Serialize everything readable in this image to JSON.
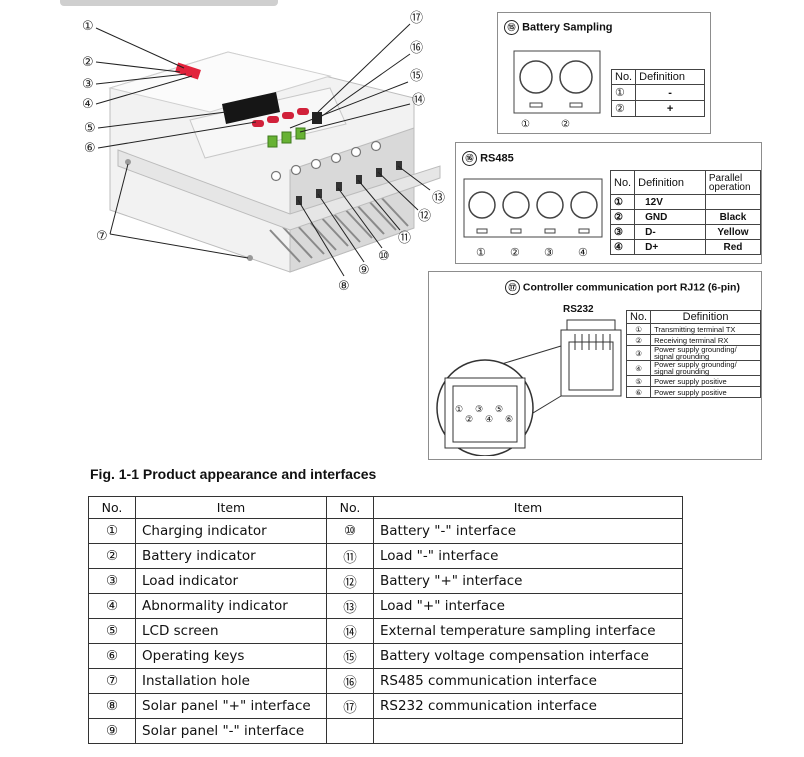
{
  "diagram": {
    "callouts": [
      "①",
      "②",
      "③",
      "④",
      "⑤",
      "⑥",
      "⑦",
      "⑧",
      "⑨",
      "⑩",
      "⑪",
      "⑫",
      "⑬",
      "⑭",
      "⑮",
      "⑯",
      "⑰"
    ]
  },
  "battery_sampling": {
    "marker": "⑮",
    "title": "Battery Sampling",
    "pin_labels": [
      "①",
      "②"
    ],
    "table": {
      "headers": [
        "No.",
        "Definition"
      ],
      "rows": [
        {
          "no": "①",
          "definition": "-"
        },
        {
          "no": "②",
          "definition": "+"
        }
      ]
    }
  },
  "rs485": {
    "marker": "⑯",
    "title": "RS485",
    "pin_labels": [
      "①",
      "②",
      "③",
      "④"
    ],
    "table": {
      "headers": [
        "No.",
        "Definition",
        "Parallel operation"
      ],
      "rows": [
        {
          "no": "①",
          "definition": "12V",
          "parallel": ""
        },
        {
          "no": "②",
          "definition": "GND",
          "parallel": "Black"
        },
        {
          "no": "③",
          "definition": "D-",
          "parallel": "Yellow"
        },
        {
          "no": "④",
          "definition": "D+",
          "parallel": "Red"
        }
      ]
    }
  },
  "rj12": {
    "marker": "⑰",
    "title": "Controller communication port RJ12 (6-pin)",
    "connector_label": "RS232",
    "pin_numbers": [
      "①",
      "②",
      "③",
      "④",
      "⑤",
      "⑥"
    ],
    "table": {
      "headers": [
        "No.",
        "Definition"
      ],
      "rows": [
        {
          "no": "①",
          "definition": "Transmitting terminal TX"
        },
        {
          "no": "②",
          "definition": "Receiving terminal RX"
        },
        {
          "no": "③",
          "definition": "Power supply grounding/ signal grounding"
        },
        {
          "no": "④",
          "definition": "Power supply grounding/ signal grounding"
        },
        {
          "no": "⑤",
          "definition": "Power supply positive"
        },
        {
          "no": "⑥",
          "definition": "Power supply positive"
        }
      ]
    }
  },
  "figure_caption": "Fig. 1-1 Product appearance and interfaces",
  "items_table": {
    "headers": [
      "No.",
      "Item",
      "No.",
      "Item"
    ],
    "rows": [
      {
        "no1": "①",
        "item1": "Charging indicator",
        "no2": "⑩",
        "item2": "Battery \"-\" interface"
      },
      {
        "no1": "②",
        "item1": "Battery indicator",
        "no2": "⑪",
        "item2": "Load \"-\" interface"
      },
      {
        "no1": "③",
        "item1": "Load indicator",
        "no2": "⑫",
        "item2": "Battery \"+\" interface"
      },
      {
        "no1": "④",
        "item1": "Abnormality indicator",
        "no2": "⑬",
        "item2": "Load \"+\" interface"
      },
      {
        "no1": "⑤",
        "item1": "LCD screen",
        "no2": "⑭",
        "item2": "External temperature sampling interface"
      },
      {
        "no1": "⑥",
        "item1": "Operating keys",
        "no2": "⑮",
        "item2": "Battery voltage compensation interface"
      },
      {
        "no1": "⑦",
        "item1": "Installation hole",
        "no2": "⑯",
        "item2": "RS485 communication interface"
      },
      {
        "no1": "⑧",
        "item1": "Solar panel \"+\" interface",
        "no2": "⑰",
        "item2": "RS232 communication interface"
      },
      {
        "no1": "⑨",
        "item1": "Solar panel \"-\" interface",
        "no2": "",
        "item2": ""
      }
    ]
  }
}
